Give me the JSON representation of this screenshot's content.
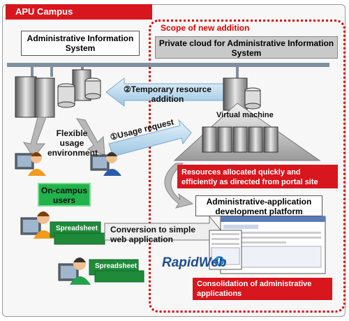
{
  "campus_tab": "APU  Campus",
  "scope_label": "Scope of new addition",
  "admin_info_system": "Administrative Information System",
  "private_cloud_title": "Private cloud for Administrative Information System",
  "temporary_resource_addition": "②Temporary resource addition",
  "virtual_machine": "Virtual machine",
  "flexible_usage": "Flexible usage environment",
  "usage_request": "①Usage request",
  "resources_allocated": "Resources allocated quickly and efficiently as directed from portal site",
  "on_campus_users": "On-campus users",
  "dev_platform": "Administrative-application development platform",
  "conversion": "Conversion to simple web application",
  "spreadsheet_1": "Spreadsheet",
  "spreadsheet_2": "Spreadsheet",
  "rapidweb_logo": "RapidWeb",
  "consolidation": "Consolidation of administrative applications",
  "colors": {
    "red": "#d8161e",
    "scope_red": "#e00000",
    "green": "#22b24c",
    "arrow_blue": "#c6e0f1",
    "arrow_gray": "#b8b8b8"
  }
}
